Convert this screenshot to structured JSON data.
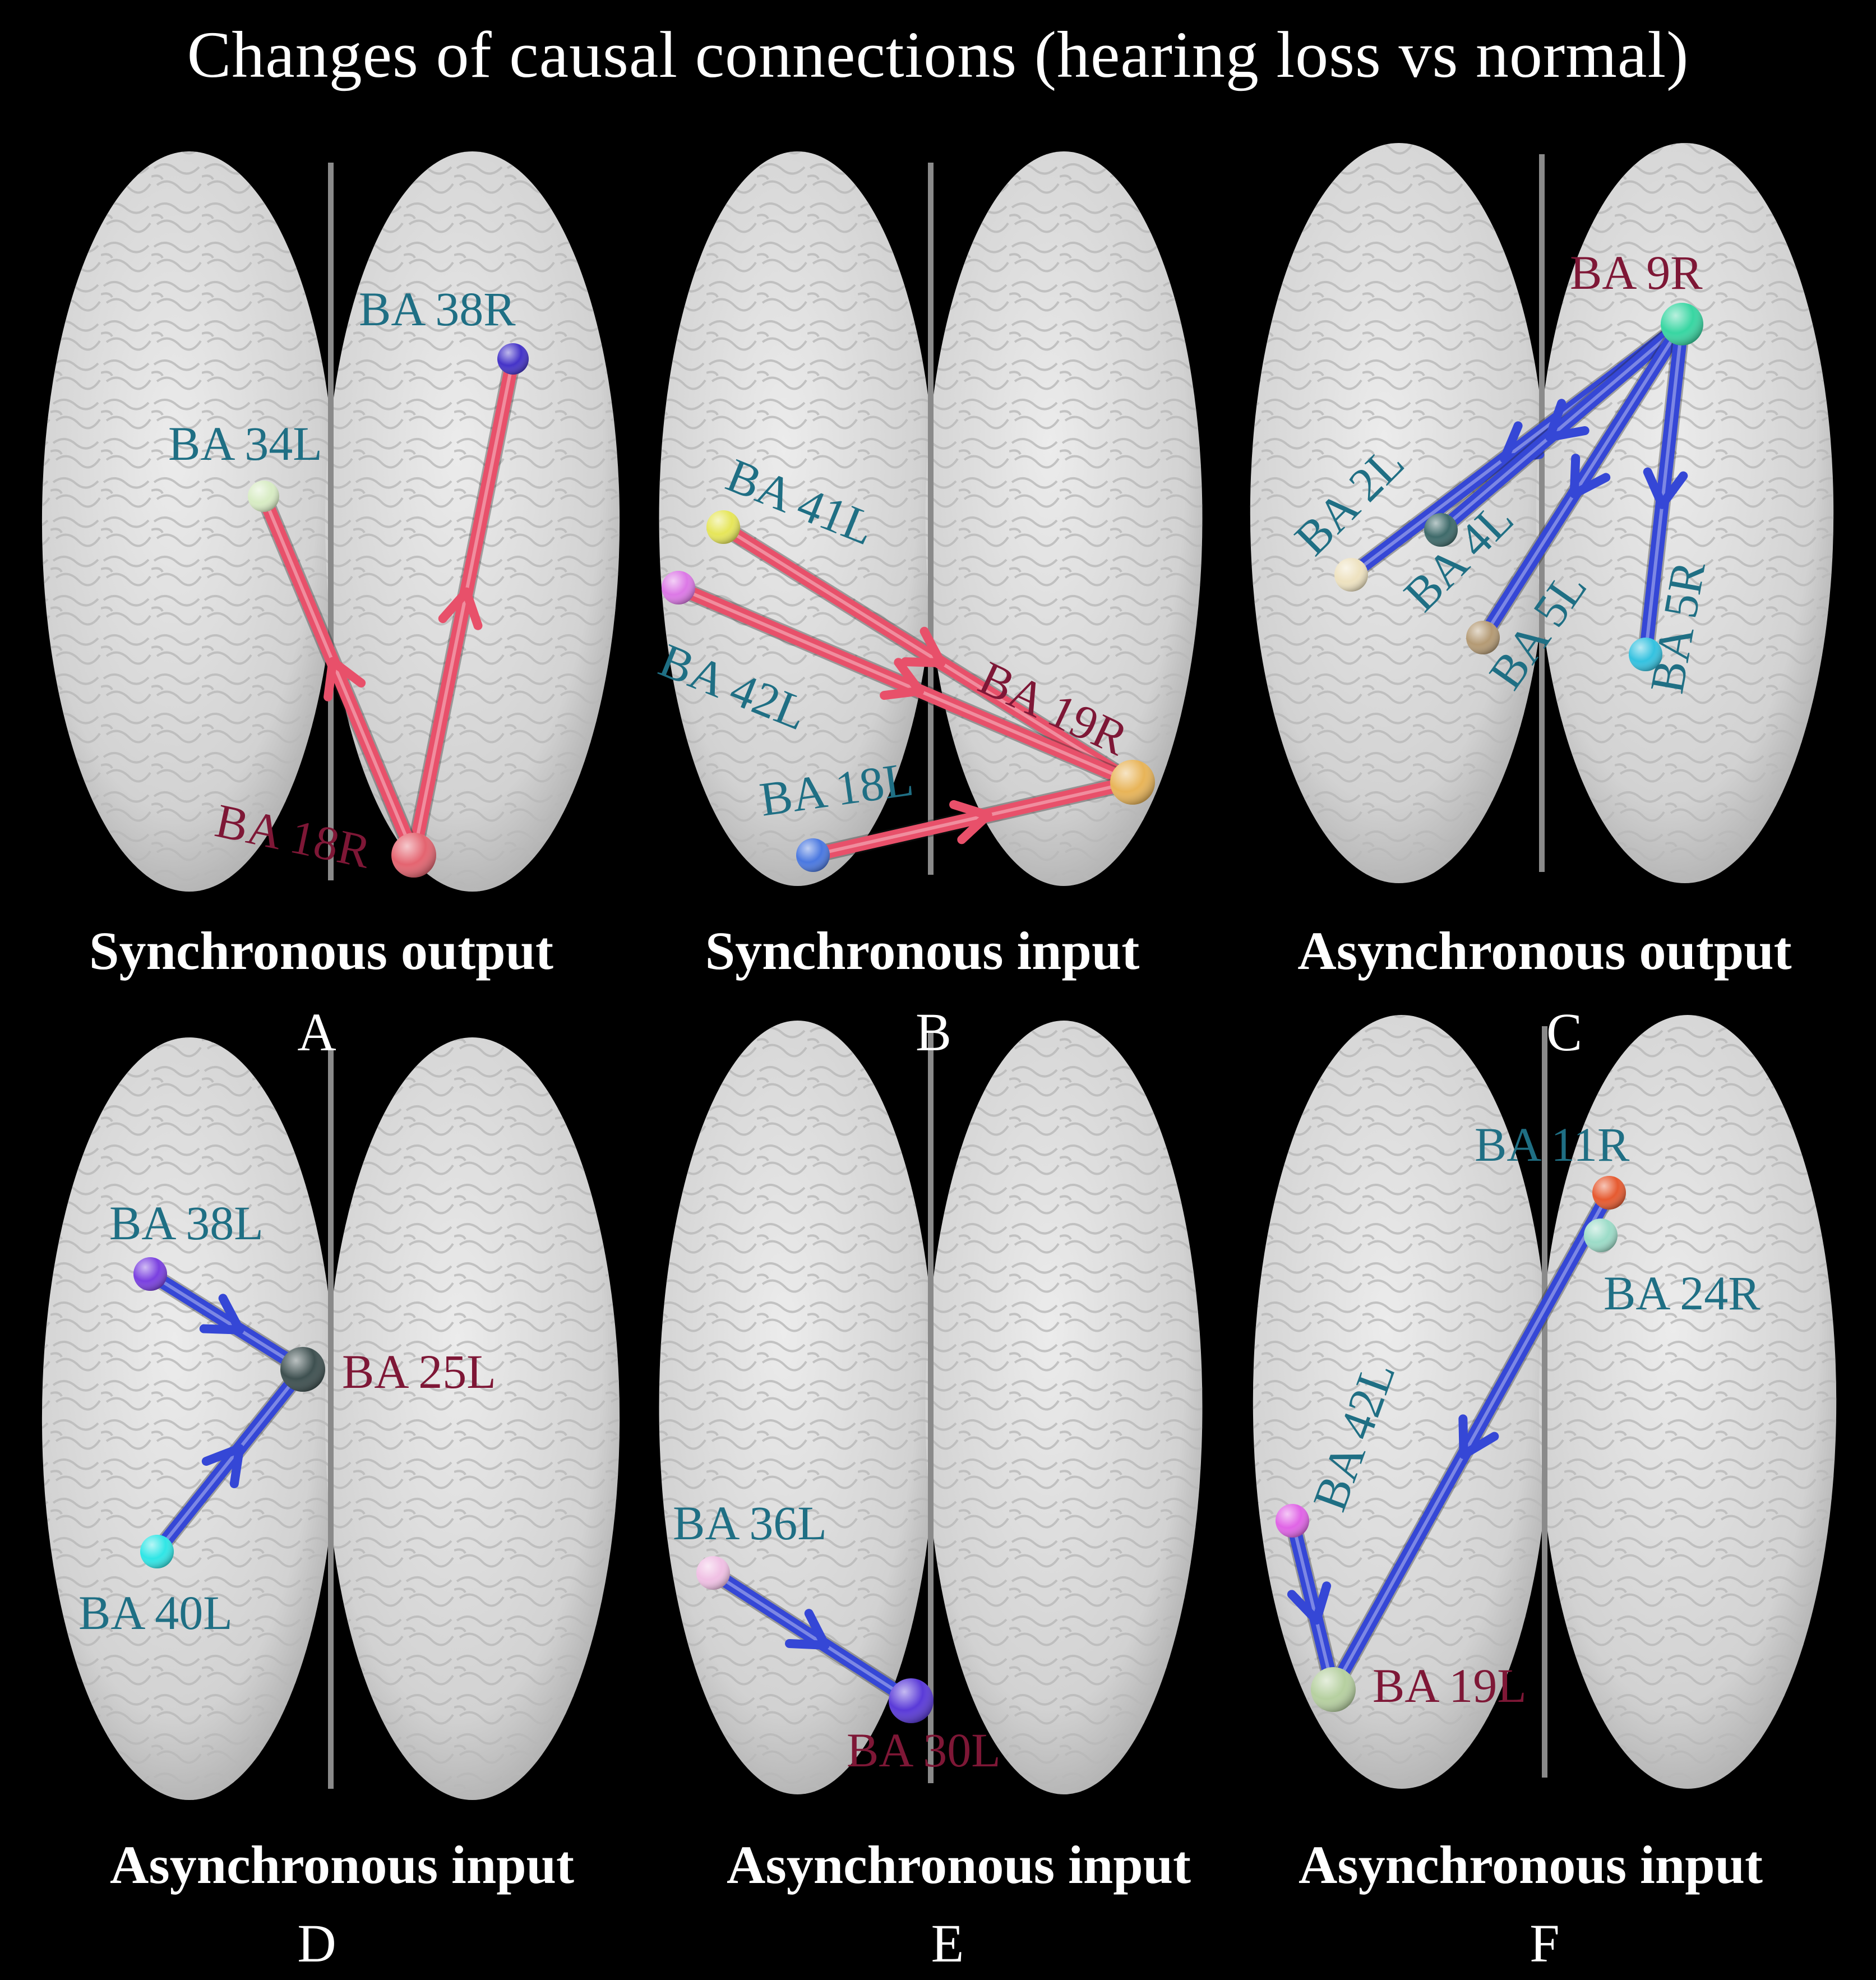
{
  "title": "Changes of causal connections (hearing loss vs normal)",
  "colors": {
    "background": "#000000",
    "label_teal": "#1f6f84",
    "label_maroon": "#7e1736",
    "arrow_red": "#e8506a",
    "arrow_blue": "#3547d6",
    "brain": "#d4d4d4"
  },
  "panels": [
    {
      "letter": "A",
      "caption": "Synchronous output",
      "nodes": [
        {
          "label": "BA 38R",
          "color": "#4433c8",
          "role": "target"
        },
        {
          "label": "BA 34L",
          "color": "#d8ecc4",
          "role": "target"
        },
        {
          "label": "BA 18R",
          "color": "#e46470",
          "role": "hub"
        }
      ]
    },
    {
      "letter": "B",
      "caption": "Synchronous input",
      "nodes": [
        {
          "label": "BA 41L",
          "color": "#e6e65a",
          "role": "source"
        },
        {
          "label": "BA 42L",
          "color": "#dc78e6",
          "role": "source"
        },
        {
          "label": "BA 18L",
          "color": "#4a78e0",
          "role": "source"
        },
        {
          "label": "BA 19R",
          "color": "#e8b458",
          "role": "hub"
        }
      ]
    },
    {
      "letter": "C",
      "caption": "Asynchronous output",
      "nodes": [
        {
          "label": "BA 9R",
          "color": "#38d6a2",
          "role": "hub"
        },
        {
          "label": "BA 2L",
          "color": "#eee2c0",
          "role": "target"
        },
        {
          "label": "BA 4L",
          "color": "#3e6a6a",
          "role": "target"
        },
        {
          "label": "BA 5L",
          "color": "#b49a74",
          "role": "target"
        },
        {
          "label": "BA 5R",
          "color": "#34c2e0",
          "role": "target"
        }
      ]
    },
    {
      "letter": "D",
      "caption": "Asynchronous input",
      "nodes": [
        {
          "label": "BA 38L",
          "color": "#7a40e0",
          "role": "source"
        },
        {
          "label": "BA 25L",
          "color": "#3e5050",
          "role": "hub"
        },
        {
          "label": "BA 40L",
          "color": "#30e6e6",
          "role": "source"
        }
      ]
    },
    {
      "letter": "E",
      "caption": "Asynchronous input",
      "nodes": [
        {
          "label": "BA 36L",
          "color": "#f0c0e4",
          "role": "source"
        },
        {
          "label": "BA 30L",
          "color": "#5a3ad8",
          "role": "hub"
        }
      ]
    },
    {
      "letter": "F",
      "caption": "Asynchronous input",
      "nodes": [
        {
          "label": "BA 11R",
          "color": "#e65a30",
          "role": "source"
        },
        {
          "label": "BA 24R",
          "color": "#9cdcc8",
          "role": "source"
        },
        {
          "label": "BA 42L",
          "color": "#e064e6",
          "role": "source"
        },
        {
          "label": "BA 19L",
          "color": "#b6d0a0",
          "role": "hub"
        }
      ]
    }
  ]
}
